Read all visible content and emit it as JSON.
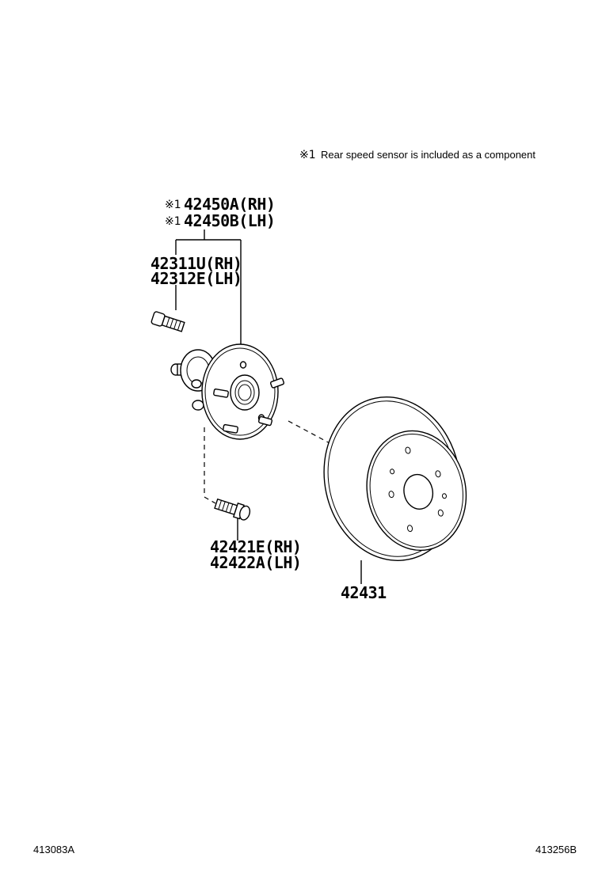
{
  "note": {
    "mark": "※1",
    "text": "Rear speed sensor is included as a component"
  },
  "parts": {
    "hub_rh": {
      "mark": "※1",
      "number": "42450A(RH)"
    },
    "hub_lh": {
      "mark": "※1",
      "number": "42450B(LH)"
    },
    "bolt_rh": "42311U(RH)",
    "bolt_lh": "42312E(LH)",
    "stud_rh": "42421E(RH)",
    "stud_lh": "42422A(LH)",
    "disc": "42431"
  },
  "codes": {
    "left": "413083A",
    "right": "413256B"
  }
}
